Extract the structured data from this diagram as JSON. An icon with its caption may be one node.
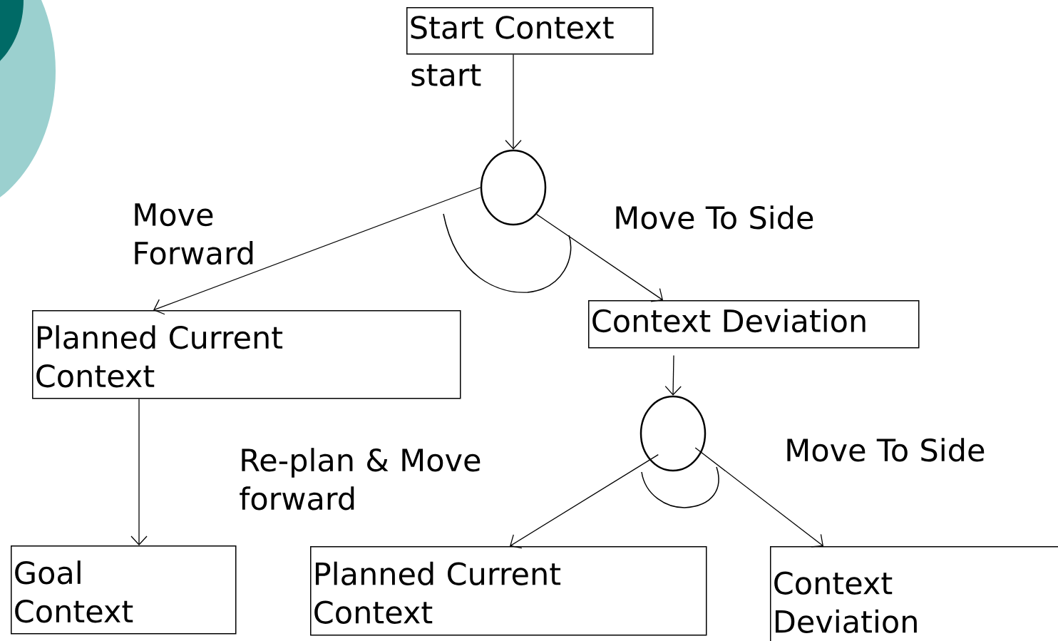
{
  "diagram": {
    "nodes": [
      {
        "text": [
          "Start Context"
        ]
      },
      {
        "text": [],
        "shape": "circle"
      },
      {
        "text": [
          "Planned Current Context"
        ]
      },
      {
        "text": [
          "Context Deviation"
        ]
      },
      {
        "text": [],
        "shape": "circle"
      },
      {
        "text": [
          "Goal Context"
        ]
      },
      {
        "text": [
          "Planned Current Context"
        ]
      },
      {
        "text": [
          "Context Deviation"
        ]
      }
    ],
    "edges": [
      {
        "from": 0,
        "to": 1,
        "arrow": "to",
        "label": "start"
      },
      {
        "from": 1,
        "to": 2,
        "arrow": "to",
        "label": "Move Forward"
      },
      {
        "from": 1,
        "to": 3,
        "arrow": "to",
        "label": "Move To Side"
      },
      {
        "from": 3,
        "to": 4,
        "arrow": "to"
      },
      {
        "from": 2,
        "to": 5,
        "arrow": "to"
      },
      {
        "from": 4,
        "to": 6,
        "arrow": "to",
        "label": "Re-plan & Move forward"
      },
      {
        "from": 4,
        "to": 7,
        "arrow": "to",
        "label": "Move To Side"
      }
    ]
  }
}
